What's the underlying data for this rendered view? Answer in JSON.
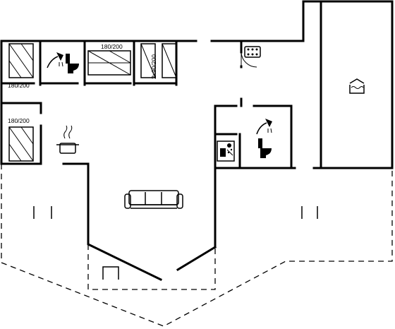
{
  "floorplan": {
    "bed_labels": {
      "bed_top_left": "180/200",
      "bed_top_middle": "180/200",
      "bed_twin": "2x90/200",
      "bed_lower_left": "180/200"
    }
  }
}
